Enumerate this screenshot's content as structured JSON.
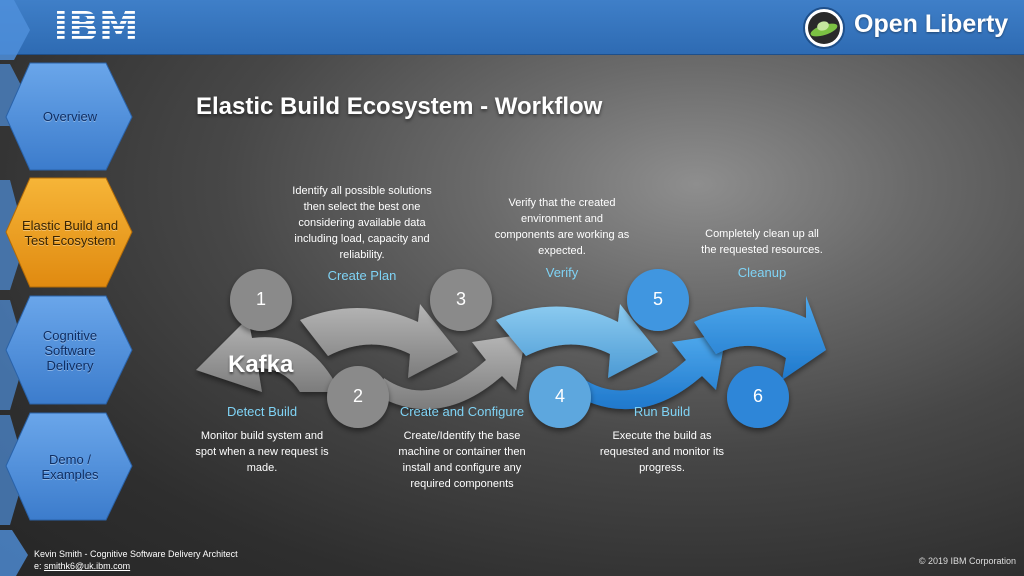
{
  "header": {
    "ibm_logo_text": "IBM",
    "product_name": "Open Liberty"
  },
  "sidebar": {
    "items": [
      {
        "label": "Overview",
        "active": false
      },
      {
        "label": "Elastic Build and Test Ecosystem",
        "active": true
      },
      {
        "label": "Cognitive Software Delivery",
        "active": false
      },
      {
        "label": "Demo / Examples",
        "active": false
      }
    ]
  },
  "slide": {
    "title": "Elastic Build Ecosystem - Workflow",
    "source_label": "Kafka",
    "steps": [
      {
        "number": "1",
        "label": "Detect Build",
        "description": "Monitor build system and spot when a new request is made."
      },
      {
        "number": "2",
        "label": "Create Plan",
        "description": "Identify all possible solutions then select the best one considering available data including load, capacity and reliability."
      },
      {
        "number": "3",
        "label": "Create and Configure",
        "description": "Create/Identify the base machine or container then install and configure any required components"
      },
      {
        "number": "4",
        "label": "Verify",
        "description": "Verify that the created environment and components are working as expected."
      },
      {
        "number": "5",
        "label": "Run Build",
        "description": "Execute the build as requested and monitor its progress."
      },
      {
        "number": "6",
        "label": "Cleanup",
        "description": "Completely clean up all the requested resources."
      }
    ]
  },
  "footer": {
    "author": "Kevin Smith - Cognitive Software Delivery Architect",
    "email_prefix": "e: ",
    "email": "smithk6@uk.ibm.com",
    "copyright": "© 2019 IBM Corporation"
  },
  "colors": {
    "header_blue": "#3a78c2",
    "nav_blue": "#4f8fda",
    "nav_active": "#f0a020",
    "arrow_gray": "#9a9a9a",
    "arrow_light_blue": "#63b0e0",
    "arrow_blue": "#2f8ee0",
    "label_cyan": "#7fd3f5"
  }
}
